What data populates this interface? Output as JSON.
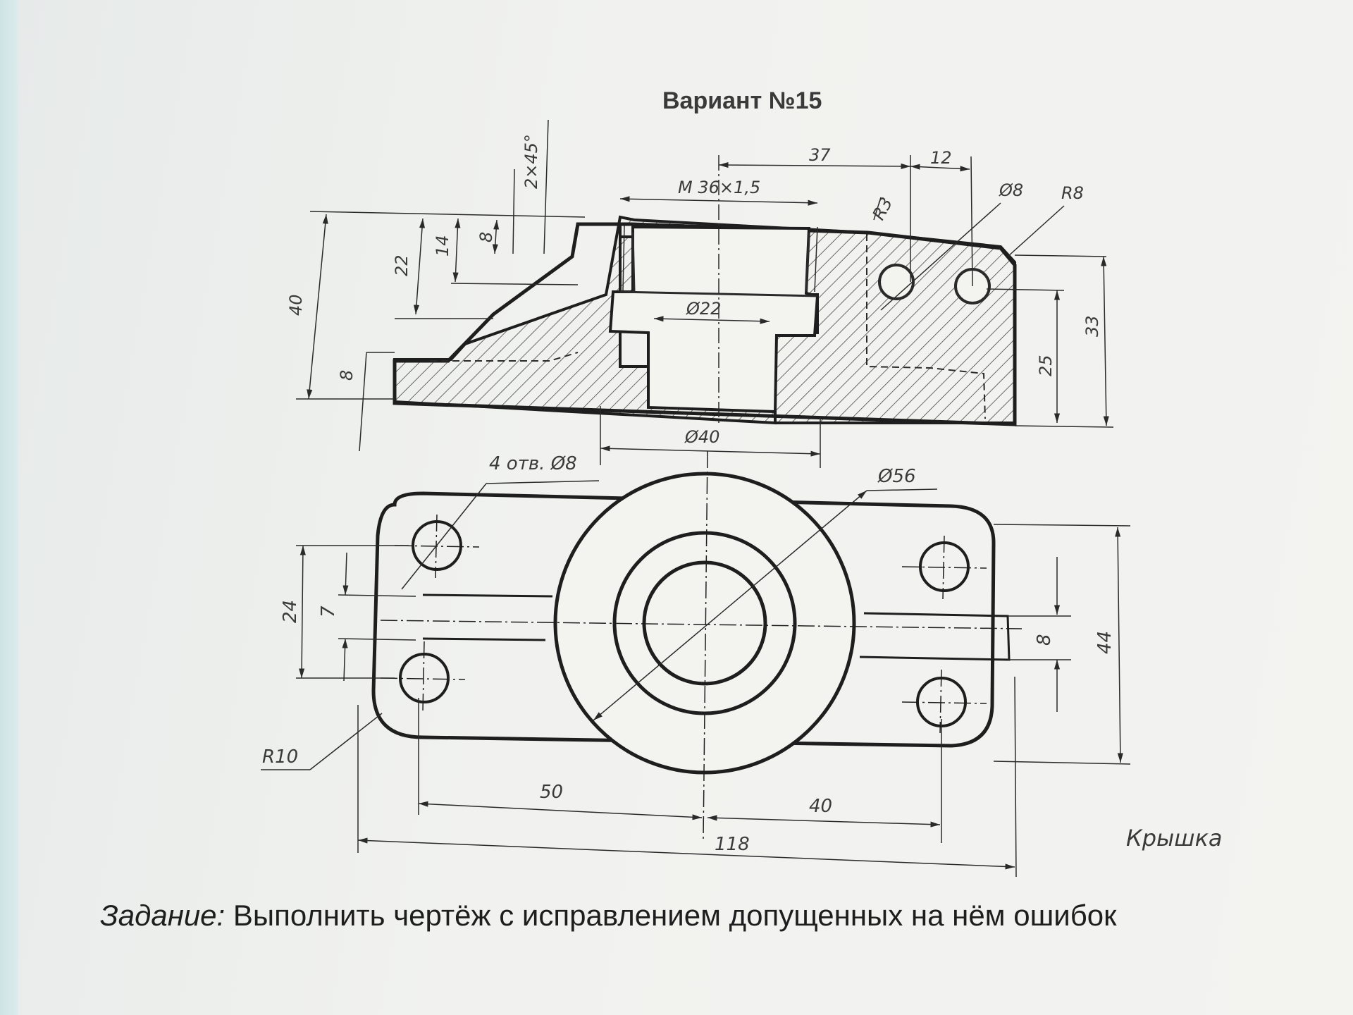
{
  "title": "Вариант №15",
  "task": {
    "lead": "Задание:",
    "text": "Выполнить чертёж с исправлением допущенных на нём ошибок"
  },
  "part_name": "Крышка",
  "colors": {
    "ink": "#2a2a2a",
    "paper": "#f2f2ef"
  },
  "dims": {
    "chamfer": "2×45°",
    "d37": "37",
    "d12": "12",
    "thread": "M 36×1,5",
    "r3": "R3",
    "d8_hole": "Ø8",
    "r8": "R8",
    "d40_h": "40",
    "d22_h": "22",
    "d14_h": "14",
    "d8_h": "8",
    "d8_base": "8",
    "phi22": "Ø22",
    "d25": "25",
    "d33": "33",
    "phi40": "Ø40",
    "holes": "4 отв. Ø8",
    "phi56": "Ø56",
    "d24": "24",
    "d7": "7",
    "d8_slot": "8",
    "d44": "44",
    "r10": "R10",
    "d50": "50",
    "d40_plan": "40",
    "d118": "118"
  }
}
